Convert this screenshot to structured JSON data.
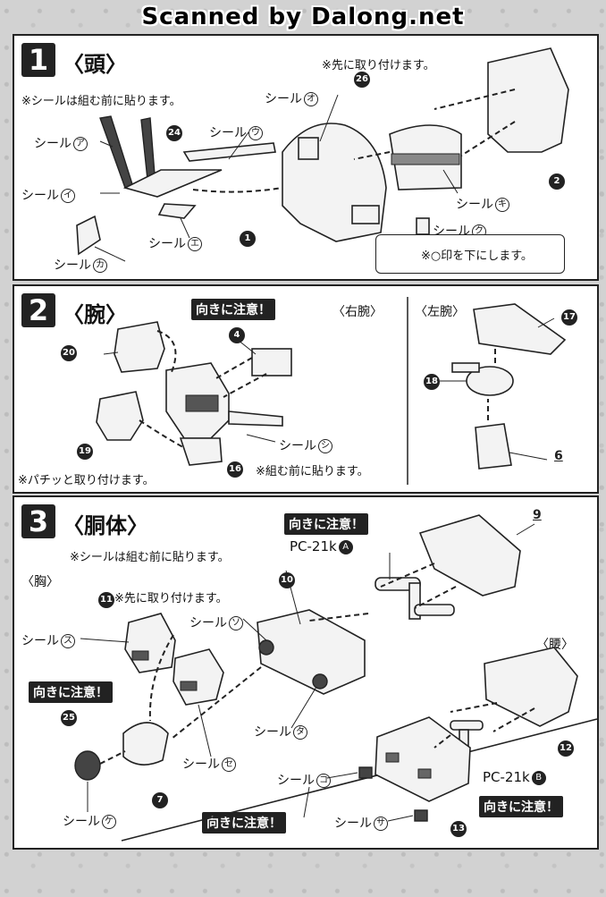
{
  "banner": "Scanned by Dalong.net",
  "step1": {
    "num": "1",
    "title": "〈頭〉",
    "note_stickers": "※シールは組む前に貼ります。",
    "note_first": "※先に取り付けます。",
    "note_mark": "※○印を下にします。",
    "labels": {
      "a": "シール",
      "i": "シール",
      "u": "シール",
      "e": "シール",
      "ka": "シール",
      "o": "シール",
      "ki": "シール",
      "ku": "シール"
    },
    "circ": {
      "a": "ア",
      "i": "イ",
      "u": "ウ",
      "e": "エ",
      "ka": "カ",
      "o": "オ",
      "ki": "キ",
      "ku": "ク"
    },
    "parts": {
      "p24": "24",
      "p26": "26",
      "p1": "1",
      "p2": "2"
    }
  },
  "step2": {
    "num": "2",
    "title": "〈腕〉",
    "warn": "向きに注意！",
    "right_arm": "〈右腕〉",
    "left_arm": "〈左腕〉",
    "note_snap": "※パチッと取り付けます。",
    "note_stickers": "※組む前に貼ります。",
    "sticker_label": "シール",
    "sticker_circ": "シ",
    "parts": {
      "p4": "4",
      "p20": "20",
      "p19": "19",
      "p16": "16",
      "p17": "17",
      "p18": "18",
      "p6": "6"
    }
  },
  "step3": {
    "num": "3",
    "title": "〈胴体〉",
    "note_stickers": "※シールは組む前に貼ります。",
    "chest": "〈胸〉",
    "waist": "〈腰〉",
    "note_first": "※先に取り付けます。",
    "warn": "向きに注意！",
    "pc_a": "PC-21k",
    "pc_a_mark": "A",
    "pc_b": "PC-21k",
    "pc_b_mark": "B",
    "labels": {
      "su": "シール",
      "so": "シール",
      "se": "シール",
      "ta": "シール",
      "ke": "シール",
      "ko": "シール",
      "sa": "シール"
    },
    "circ": {
      "su": "ス",
      "so": "ソ",
      "se": "セ",
      "ta": "タ",
      "ke": "ケ",
      "ko": "コ",
      "sa": "サ"
    },
    "parts": {
      "p9": "9",
      "p10": "10",
      "p11": "11",
      "p25": "25",
      "p7": "7",
      "p12": "12",
      "p13": "13"
    }
  }
}
